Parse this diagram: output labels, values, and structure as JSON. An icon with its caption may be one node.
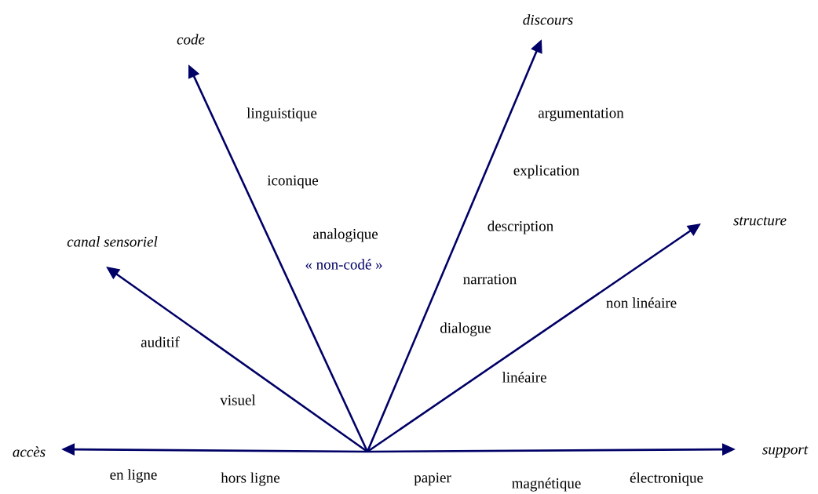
{
  "diagram": {
    "nodes": [
      {
        "text": [
          "discours"
        ]
      },
      {
        "text": [
          "code"
        ]
      },
      {
        "text": [
          "structure"
        ]
      },
      {
        "text": [
          "canal sensoriel"
        ]
      },
      {
        "text": [
          "accès"
        ]
      },
      {
        "text": [
          "support"
        ]
      }
    ],
    "edges": [
      {
        "from": null,
        "to": 0,
        "arrow": "to"
      },
      {
        "from": null,
        "to": 1,
        "arrow": "to"
      },
      {
        "from": null,
        "to": 2,
        "arrow": "to"
      },
      {
        "from": null,
        "to": 3,
        "arrow": "to"
      },
      {
        "from": null,
        "to": 4,
        "arrow": "to"
      },
      {
        "from": null,
        "to": 5,
        "arrow": "to"
      }
    ],
    "labels": [
      "linguistique",
      "argumentation",
      "explication",
      "iconique",
      "description",
      "analogique",
      "« non-codé »",
      "narration",
      "non linéaire",
      "dialogue",
      "auditif",
      "linéaire",
      "visuel",
      "en ligne",
      "hors ligne",
      "papier",
      "magnétique",
      "électronique"
    ]
  }
}
